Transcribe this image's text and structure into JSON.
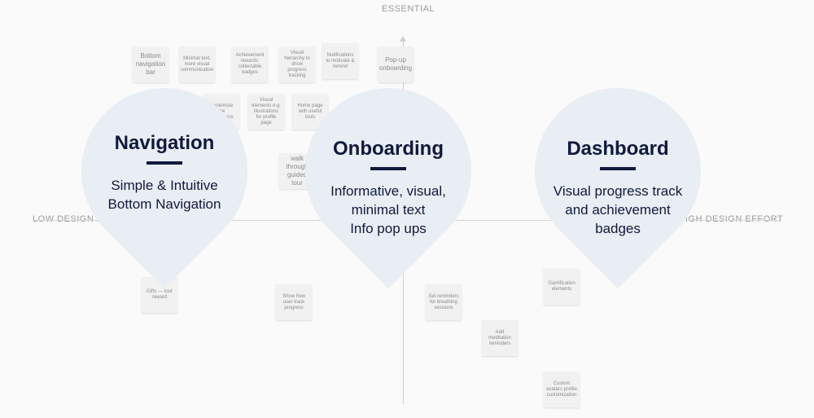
{
  "axes": {
    "top": "ESSENTIAL",
    "left": "LOW DESIGN E",
    "right": "IGH DESIGN EFFORT"
  },
  "stickies": [
    "Bottom navigation bar",
    "Minimal text, more visual communication",
    "Achievement rewards: collectable badges",
    "Visual hierarchy to show progress tracking",
    "Notifications to motivate & remind",
    "Pop-up onboarding",
    "Customize the experience",
    "Visual elements e.g. illustrations for profile page",
    "Home page with useful tools",
    "walk through guided tour",
    "Gifts — tour reward",
    "Show how user track progress",
    "Set reminders for breathing sessions",
    "Add meditation reminders",
    "Gamification elements",
    "Custom avatars profile customization"
  ],
  "pins": [
    {
      "title": "Navigation",
      "desc1": "Simple & Intuitive",
      "desc2": "Bottom Navigation",
      "desc3": ""
    },
    {
      "title": "Onboarding",
      "desc1": "Informative, visual,",
      "desc2": "minimal text",
      "desc3": "Info pop ups"
    },
    {
      "title": "Dashboard",
      "desc1": "Visual progress track",
      "desc2": "and achievement",
      "desc3": "badges"
    }
  ],
  "colors": {
    "pin_fill": "#e9edf4",
    "pin_text": "#0f1a3c",
    "axis": "#cfcfcf"
  }
}
